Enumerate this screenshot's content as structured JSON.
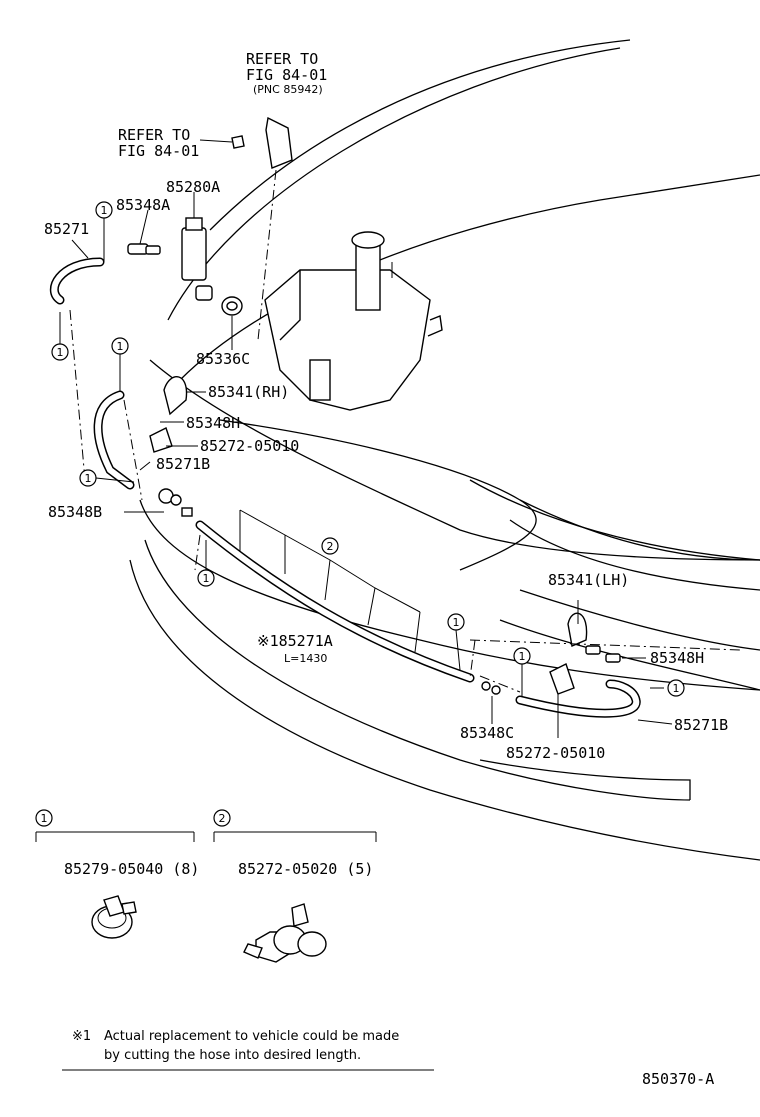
{
  "refs": {
    "refer_to_upper": "REFER TO",
    "fig_upper": "FIG 84-01",
    "pnc_upper": "(PNC 85942)",
    "refer_to_left": "REFER TO",
    "fig_left": "FIG 84-01"
  },
  "callouts": {
    "c1": "1",
    "c2": "2"
  },
  "labels": {
    "p85280A": "85280A",
    "p85348A": "85348A",
    "p85271": "85271",
    "p85336C": "85336C",
    "p85341RH": "85341(RH)",
    "p85348H_a": "85348H",
    "p85272_a": "85272-05010",
    "p85271B_a": "85271B",
    "p85348B": "85348B",
    "p85271A": "※185271A",
    "length": "L=1430",
    "p85341LH": "85341(LH)",
    "p85348H_b": "85348H",
    "p85271B_b": "85271B",
    "p85348C": "85348C",
    "p85272_b": "85272-05010"
  },
  "legend": {
    "item1_part": "85279-05040 (8)",
    "item2_part": "85272-05020 (5)"
  },
  "note": {
    "mark": "※1",
    "line1": "Actual replacement to vehicle could be made",
    "line2": "by cutting the hose into desired length."
  },
  "figure_id": "850370-A"
}
